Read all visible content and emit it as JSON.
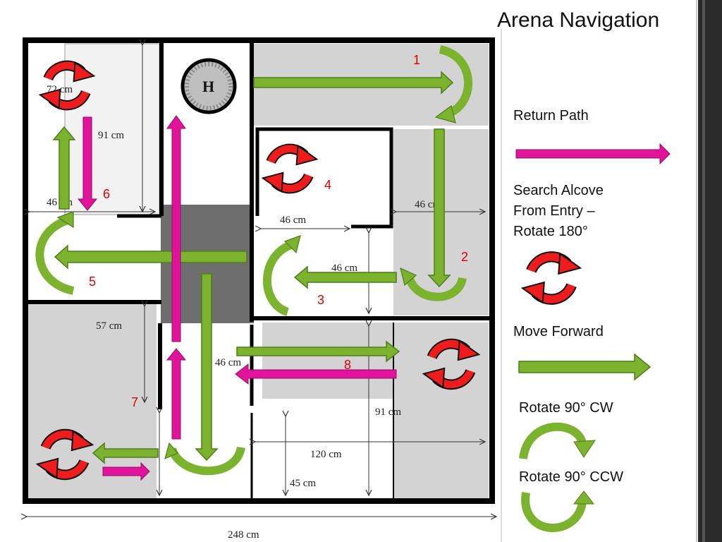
{
  "title": "Arena Navigation",
  "helipad_label": "H",
  "dimensions": {
    "d72": "72 cm",
    "d91_left": "91 cm",
    "d46_left": "46 cm",
    "d46_center": "46 cm",
    "d46_right": "46 cm",
    "d46_mid": "46 cm",
    "d57": "57 cm",
    "d46_lower": "46 cm",
    "d46_bottom": "46",
    "d91_right": "91 cm",
    "d120": "120 cm",
    "d45": "45 cm",
    "d248": "248 cm"
  },
  "steps": {
    "s1": "1",
    "s2": "2",
    "s3": "3",
    "s4": "4",
    "s5": "5",
    "s6": "6",
    "s7": "7",
    "s8": "8"
  },
  "legend": {
    "return_path": "Return Path",
    "search_alcove_1": "Search Alcove",
    "search_alcove_2": "From Entry –",
    "search_alcove_3": "Rotate 180°",
    "move_forward": "Move Forward",
    "rotate_cw": "Rotate 90° CW",
    "rotate_ccw": "Rotate 90° CCW"
  },
  "colors": {
    "return_path": "#e0139b",
    "move_forward": "#7bb22e",
    "rotate_arrow": "#7bb22e",
    "search_rotate": "#ee1c1c",
    "wall": "#000000",
    "shaded_zone": "#d3d3d3",
    "dark_zone": "#6e6e6e",
    "step_number": "#e00000"
  }
}
